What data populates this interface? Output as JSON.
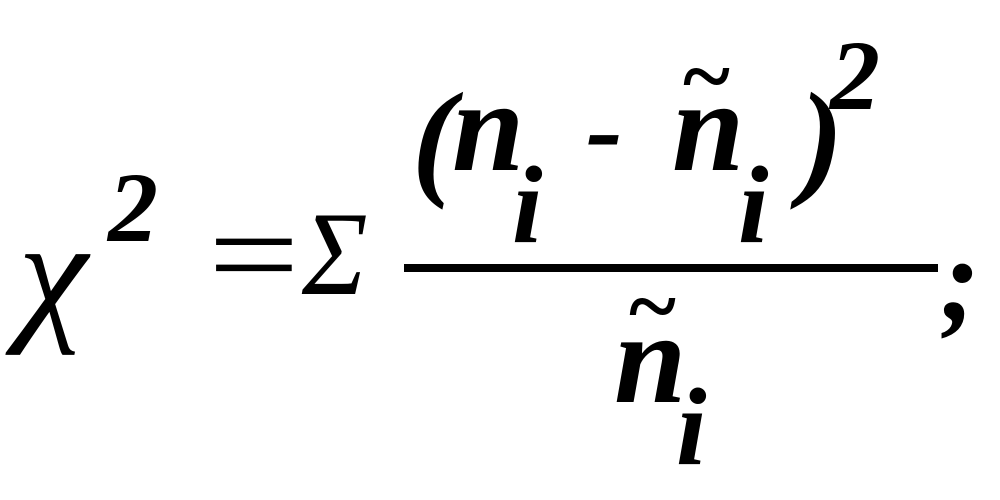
{
  "formula": {
    "lhs_symbol": "χ",
    "lhs_exponent": "2",
    "equals": "=",
    "sum_symbol": "Σ",
    "numerator": {
      "left_paren": "(",
      "first_var": "n",
      "first_subscript": "i",
      "minus": "-",
      "tilde": "~",
      "second_var": "n",
      "second_subscript": "i",
      "right_paren": ")",
      "exponent": "2"
    },
    "denominator": {
      "tilde": "~",
      "var": "n",
      "subscript": "i"
    },
    "terminator": ";"
  }
}
